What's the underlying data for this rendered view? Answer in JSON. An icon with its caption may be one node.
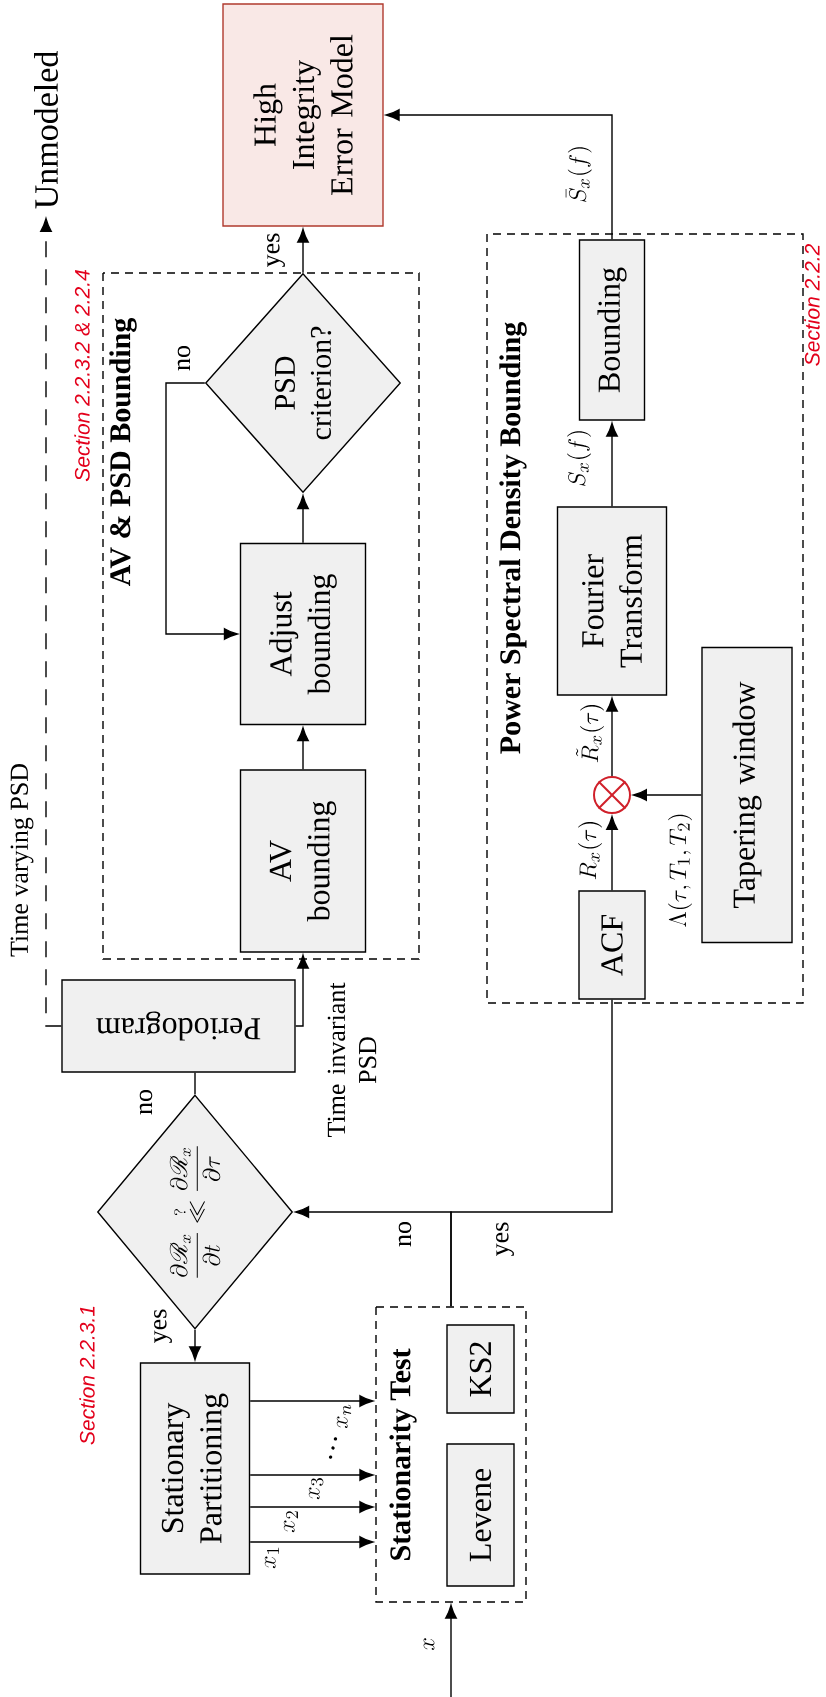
{
  "diagram": {
    "nodes": [
      {
        "text": [
          "Stationarity Test"
        ]
      },
      {
        "text": [
          "Levene"
        ],
        "in": 0
      },
      {
        "text": [
          "KS2"
        ],
        "in": 0
      },
      {
        "text": [
          "Stationary Partitioning"
        ]
      },
      {
        "text": [
          "\\frac{\\partial\\mathscr{R}_x}{\\partial t}\\overset{?}{\\ll}\\frac{\\partial\\mathscr{R}_x}{\\partial\\tau}"
        ]
      },
      {
        "text": [
          "Periodogram"
        ]
      },
      {
        "text": [
          "AV & PSD Bounding"
        ],
        "beside": [
          "Section 2.2.3.2 & 2.2.4"
        ]
      },
      {
        "text": [
          "AV bounding"
        ],
        "in": 6
      },
      {
        "text": [
          "Adjust bounding"
        ],
        "in": 6
      },
      {
        "text": [
          "PSD criterion?"
        ],
        "in": 6
      },
      {
        "text": [
          "Unmodeled"
        ]
      },
      {
        "text": [
          "Power Spectral Density Bounding"
        ],
        "beside": [
          "Section 2.2.2"
        ]
      },
      {
        "text": [
          "ACF"
        ],
        "in": 11
      },
      {
        "text": [
          "Tapering window"
        ],
        "in": 11
      },
      {
        "text": [],
        "shape": "circle",
        "in": 11
      },
      {
        "text": [
          "Fourier Transform"
        ],
        "in": 11
      },
      {
        "text": [
          "Bounding"
        ],
        "in": 11
      },
      {
        "text": [
          "High Integrity Error Model"
        ]
      }
    ],
    "edges": [
      {
        "from": null,
        "to": 0,
        "arrow": "to",
        "label": "x"
      },
      {
        "from": 0,
        "to": 4,
        "arrow": "to",
        "label": "no"
      },
      {
        "from": 0,
        "to": 12,
        "arrow": "none",
        "label": "yes"
      },
      {
        "from": 3,
        "to": 0,
        "arrow": "to",
        "label": "x_1"
      },
      {
        "from": 3,
        "to": 0,
        "arrow": "to",
        "label": "x_2"
      },
      {
        "from": 3,
        "to": 0,
        "arrow": "to",
        "label": "x_3"
      },
      {
        "from": 3,
        "to": 0,
        "arrow": "to",
        "label": "x_n"
      },
      {
        "from": 4,
        "to": 3,
        "arrow": "to",
        "label": "yes"
      },
      {
        "from": 4,
        "to": 5,
        "arrow": "none",
        "label": "no"
      },
      {
        "from": 5,
        "to": 7,
        "arrow": "to",
        "label": "Time invariant PSD"
      },
      {
        "from": 5,
        "to": 10,
        "arrow": "to",
        "label": "Time varying PSD",
        "style": "dashed"
      },
      {
        "from": 7,
        "to": 8,
        "arrow": "to"
      },
      {
        "from": 8,
        "to": 9,
        "arrow": "to"
      },
      {
        "from": 9,
        "to": 8,
        "arrow": "to",
        "label": "no"
      },
      {
        "from": 9,
        "to": 17,
        "arrow": "to",
        "label": "yes"
      },
      {
        "from": 12,
        "to": 14,
        "arrow": "to",
        "label": "R_x(\\tau)"
      },
      {
        "from": 13,
        "to": 14,
        "arrow": "to",
        "label": "\\Lambda(\\tau, T_1, T_2)"
      },
      {
        "from": 14,
        "to": 15,
        "arrow": "to",
        "label": "\\tilde{R}_x(\\tau)"
      },
      {
        "from": 15,
        "to": 16,
        "arrow": "to",
        "label": "S_x(f)"
      },
      {
        "from": 16,
        "to": 17,
        "arrow": "to",
        "label": "\\bar{S}_x(f)"
      }
    ],
    "labels": [
      "Section 2.2.3.1",
      "…"
    ]
  }
}
